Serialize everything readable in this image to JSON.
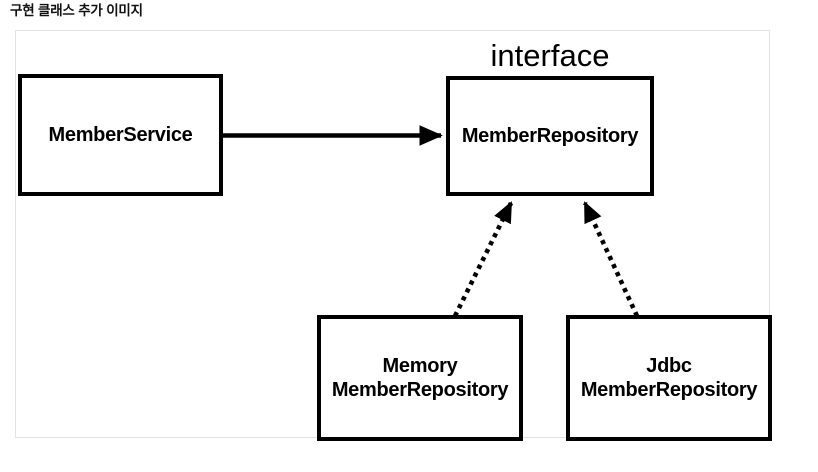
{
  "page": {
    "title": "구현 클래스 추가 이미지",
    "background_color": "#ffffff",
    "frame_border_color": "#e2e2e2",
    "stroke_color": "#000000"
  },
  "diagram": {
    "type": "uml-class-diagram",
    "stereotype_label": "interface",
    "boxes": [
      {
        "id": "member-service",
        "label": "MemberService",
        "role": "class"
      },
      {
        "id": "member-repository",
        "label": "MemberRepository",
        "role": "interface"
      },
      {
        "id": "memory-member-repository",
        "label": "Memory\nMemberRepository",
        "role": "implementation"
      },
      {
        "id": "jdbc-member-repository",
        "label": "Jdbc\nMemberRepository",
        "role": "implementation"
      }
    ],
    "edges": [
      {
        "id": "dependency-service-to-repository",
        "from": "member-service",
        "to": "member-repository",
        "style": "solid",
        "arrow": "filled-triangle"
      },
      {
        "id": "realization-memory-to-repository",
        "from": "memory-member-repository",
        "to": "member-repository",
        "style": "dotted",
        "arrow": "filled-triangle"
      },
      {
        "id": "realization-jdbc-to-repository",
        "from": "jdbc-member-repository",
        "to": "member-repository",
        "style": "dotted",
        "arrow": "filled-triangle"
      }
    ]
  }
}
